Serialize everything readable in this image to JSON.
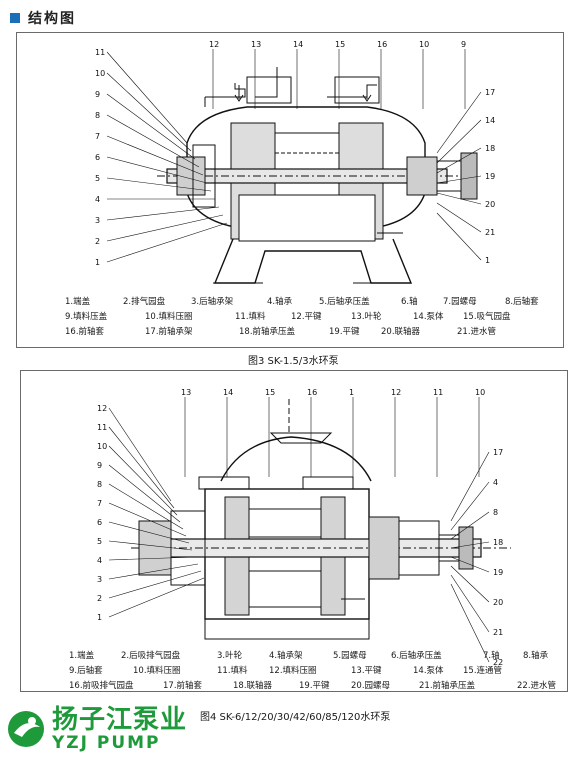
{
  "header": {
    "title": "结构图"
  },
  "fig3": {
    "caption": "图3  SK-1.5/3水环泵",
    "callouts_left": [
      "11",
      "10",
      "9",
      "8",
      "7",
      "6",
      "5",
      "4",
      "3",
      "2",
      "1"
    ],
    "callouts_top": [
      "12",
      "13",
      "14",
      "15",
      "16",
      "10",
      "9"
    ],
    "callouts_right": [
      "17",
      "14",
      "18",
      "19",
      "20",
      "21",
      "1"
    ],
    "legend": [
      "1.端盖",
      "2.排气园盘",
      "3.后轴承架",
      "4.轴承",
      "5.后轴承压盖",
      "6.轴",
      "7.园螺母",
      "8.后轴套",
      "9.填料压盖",
      "10.填料压圈",
      "11.填料",
      "12.平键",
      "13.叶轮",
      "14.泵体",
      "15.吸气园盘",
      "16.前轴套",
      "17.前轴承架",
      "18.前轴承压盖",
      "19.平键",
      "20.联轴器",
      "21.进水管"
    ]
  },
  "fig4": {
    "caption": "图4  SK-6/12/20/30/42/60/85/120水环泵",
    "callouts_left": [
      "12",
      "11",
      "10",
      "9",
      "8",
      "7",
      "6",
      "5",
      "4",
      "3",
      "2",
      "1"
    ],
    "callouts_top": [
      "13",
      "14",
      "15",
      "16",
      "1",
      "12",
      "11",
      "10"
    ],
    "callouts_right": [
      "17",
      "4",
      "8",
      "18",
      "19",
      "20",
      "21",
      "22"
    ],
    "legend": [
      "1.端盖",
      "2.后吸排气园盘",
      "3.叶轮",
      "4.轴承架",
      "5.园螺母",
      "6.后轴承压盖",
      "7.轴",
      "8.轴承",
      "9.后轴套",
      "10.填料压圈",
      "11.填料",
      "12.填料压圈",
      "13.平键",
      "14.泵体",
      "15.连通管",
      "16.前吸排气园盘",
      "17.前轴套",
      "18.联轴器",
      "19.平键",
      "20.园螺母",
      "21.前轴承压盖",
      "22.进水管"
    ]
  },
  "brand": {
    "name_cn": "扬子江泵业",
    "name_en": "YZJ PUMP"
  },
  "colors": {
    "brand_green": "#1f9a3b",
    "bullet_blue": "#1b6fb8",
    "line": "#111111"
  }
}
